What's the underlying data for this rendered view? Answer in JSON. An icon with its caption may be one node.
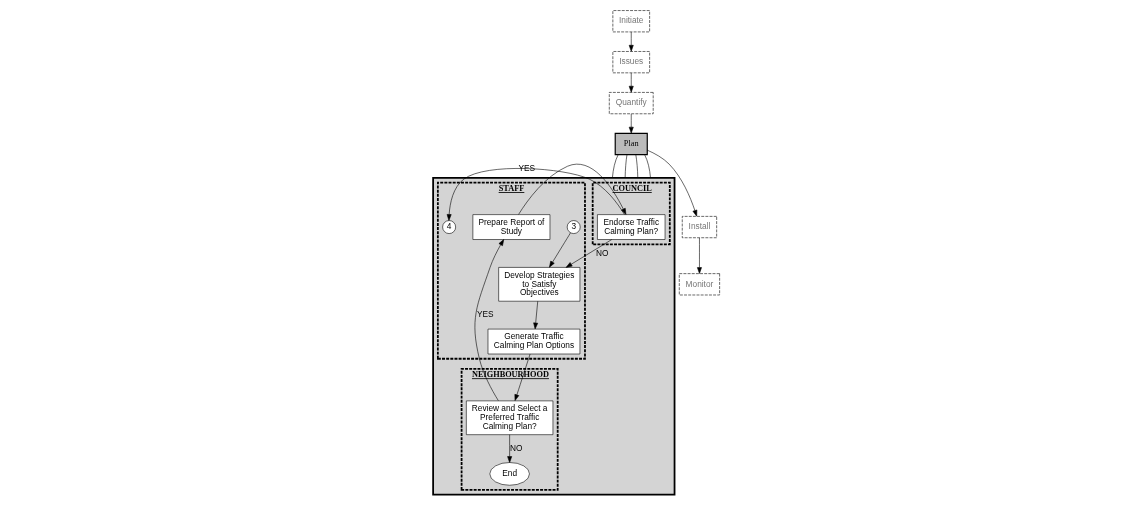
{
  "diagram": {
    "nodes": [
      {
        "text": [
          "Initiate"
        ]
      },
      {
        "text": [
          "Issues"
        ]
      },
      {
        "text": [
          "Quantify"
        ]
      },
      {
        "text": [
          "Plan"
        ]
      },
      {
        "text": [
          "Install"
        ]
      },
      {
        "text": [
          "Monitor"
        ]
      },
      {
        "text": [],
        "shape": "box"
      },
      {
        "text": [
          "COUNCIL"
        ],
        "in": 6
      },
      {
        "text": [
          "STAFF"
        ],
        "in": 6
      },
      {
        "text": [
          "NEIGHBOURHOOD"
        ],
        "in": 6
      },
      {
        "text": [
          "3"
        ],
        "in": 8
      },
      {
        "text": [
          "Develop Strategies to Satisfy Objectives"
        ],
        "in": 8
      },
      {
        "text": [
          "Generate Traffic Calming Plan Options"
        ],
        "in": 8
      },
      {
        "text": [
          "Endorse Traffic Calming Plan?"
        ],
        "in": 7
      },
      {
        "text": [
          "Prepare Report of Study"
        ],
        "in": 8
      },
      {
        "text": [
          "4"
        ],
        "in": 8
      },
      {
        "text": [
          "Review and Select a Preferred Traffic Calming Plan?"
        ],
        "in": 9
      },
      {
        "text": [
          "End"
        ],
        "in": 9
      }
    ],
    "edges": [
      {
        "from": 0,
        "to": 1,
        "arrow": "to"
      },
      {
        "from": 1,
        "to": 2,
        "arrow": "to"
      },
      {
        "from": 2,
        "to": 3,
        "arrow": "to"
      },
      {
        "from": 3,
        "to": 4,
        "arrow": "to"
      },
      {
        "from": 4,
        "to": 5,
        "arrow": "to"
      },
      {
        "from": 3,
        "to": 6,
        "arrow": "none"
      },
      {
        "from": 3,
        "to": 6,
        "arrow": "none"
      },
      {
        "from": 3,
        "to": 6,
        "arrow": "none"
      },
      {
        "from": 3,
        "to": 6,
        "arrow": "none"
      },
      {
        "from": 10,
        "to": 11,
        "arrow": "to"
      },
      {
        "from": 11,
        "to": 12,
        "arrow": "to"
      },
      {
        "from": 12,
        "to": 16,
        "arrow": "to"
      },
      {
        "from": 16,
        "to": 14,
        "arrow": "to",
        "label": "YES"
      },
      {
        "from": 16,
        "to": 17,
        "arrow": "to",
        "label": "NO"
      },
      {
        "from": 14,
        "to": 13,
        "arrow": "to"
      },
      {
        "from": 13,
        "to": 11,
        "arrow": "to",
        "label": "NO"
      },
      {
        "from": 13,
        "to": 15,
        "arrow": "to",
        "label": "YES"
      }
    ]
  }
}
